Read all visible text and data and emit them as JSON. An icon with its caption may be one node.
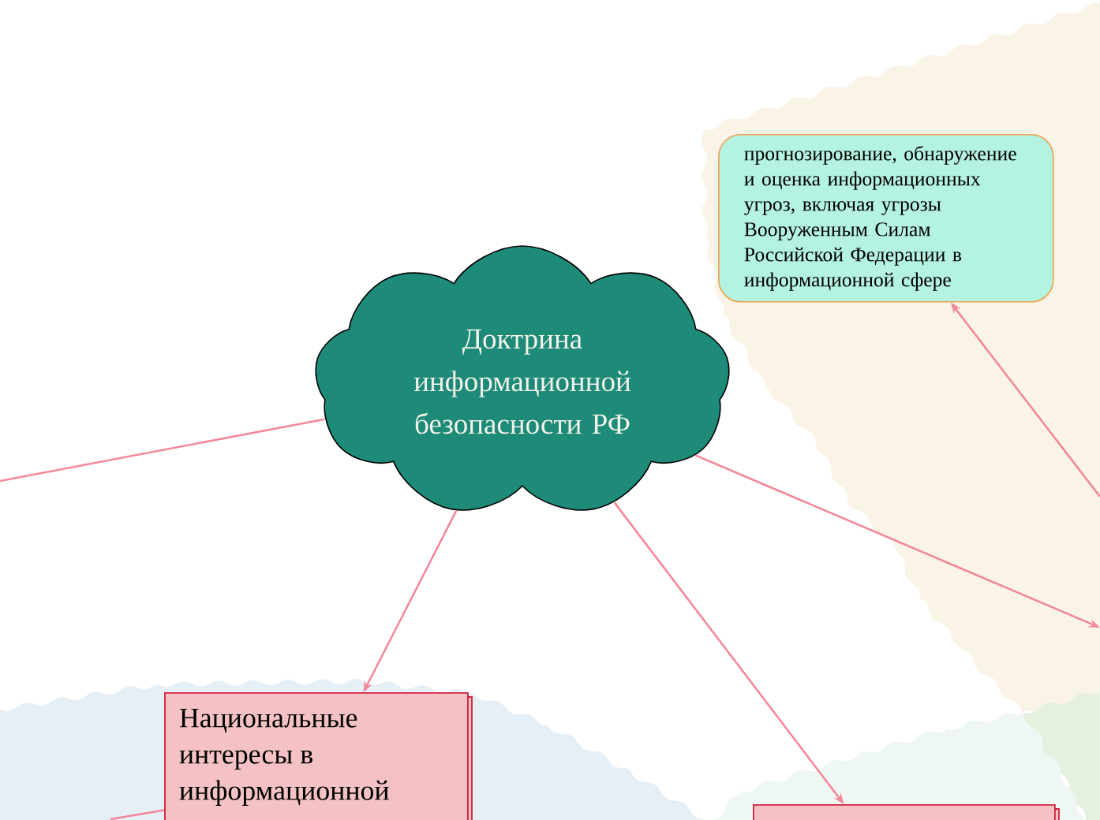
{
  "diagram": {
    "nodes": [
      {
        "text": [
          "Доктрина информационной безопасности РФ"
        ]
      },
      {
        "text": [
          "прогнозирование, обнаружение и оценка информационных угроз, включая угрозы Вооруженным Силам Российской Федерации в информационной сфере"
        ]
      },
      {
        "text": [
          "Национальные интересы в информационной"
        ]
      },
      {
        "text": [],
        "shape": "box"
      }
    ],
    "edges": [
      {
        "from": 0,
        "to": null,
        "arrow": "none"
      },
      {
        "from": 0,
        "to": 2,
        "arrow": "to"
      },
      {
        "from": 0,
        "to": 3,
        "arrow": "to"
      },
      {
        "from": 0,
        "to": null,
        "arrow": "to"
      },
      {
        "from": null,
        "to": 1,
        "arrow": "to"
      },
      {
        "from": 2,
        "to": null,
        "arrow": "none"
      }
    ]
  }
}
